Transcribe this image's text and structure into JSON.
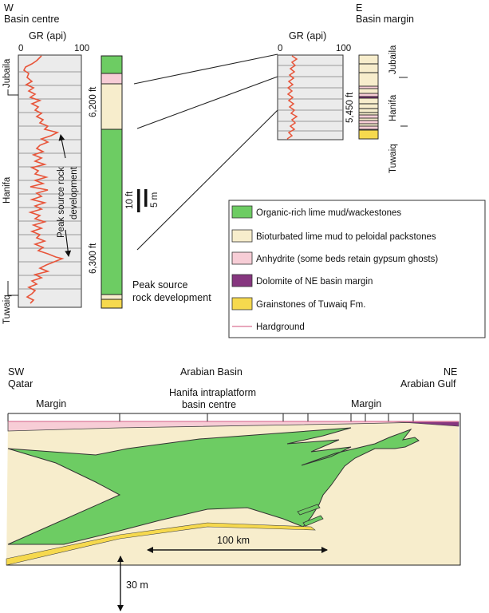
{
  "header": {
    "west": {
      "dir": "W",
      "label": "Basin centre"
    },
    "east": {
      "dir": "E",
      "label": "Basin margin"
    }
  },
  "well_west": {
    "gr_label": "GR (api)",
    "scale_min": "0",
    "scale_max": "100",
    "depth_upper": "6,200 ft",
    "depth_lower": "6,300 ft",
    "formations": [
      "Jubaila",
      "Hanifa",
      "Tuwaiq"
    ],
    "annotation": "Peak source  rock development",
    "annotation_line1": "Peak source  rock",
    "annotation_line2": "development",
    "footnote_line1": "Peak source",
    "footnote_line2": "rock development"
  },
  "well_east": {
    "gr_label": "GR (api)",
    "scale_min": "0",
    "scale_max": "100",
    "depth": "5,450 ft",
    "formations": [
      "Jubaila",
      "Hanifa",
      "Tuwaiq"
    ]
  },
  "scale_bar": {
    "ft": "10 ft",
    "m": "5 m"
  },
  "legend": {
    "items": [
      {
        "label": "Organic-rich lime mud/wackestones",
        "color": "#6dcc63"
      },
      {
        "label": "Bioturbated lime mud to peloidal packstones",
        "color": "#f7edcc"
      },
      {
        "label": "Anhydrite (some beds retain gypsum ghosts)",
        "color": "#f7cdd6"
      },
      {
        "label": "Dolomite of NE basin margin",
        "color": "#86367f"
      },
      {
        "label": "Grainstones of Tuwaiq Fm.",
        "color": "#f6d94e"
      },
      {
        "label": "Hardground",
        "color": "#e08aa6"
      }
    ]
  },
  "cross_section": {
    "sw": {
      "dir": "SW",
      "name": "Qatar"
    },
    "center": {
      "title": "Arabian Basin",
      "sub1": "Hanifa intraplatform",
      "sub2": "basin centre"
    },
    "ne": {
      "dir": "NE",
      "name": "Arabian Gulf"
    },
    "margin_left": "Margin",
    "margin_right": "Margin",
    "scale_h": "100 km",
    "scale_v": "30 m"
  }
}
